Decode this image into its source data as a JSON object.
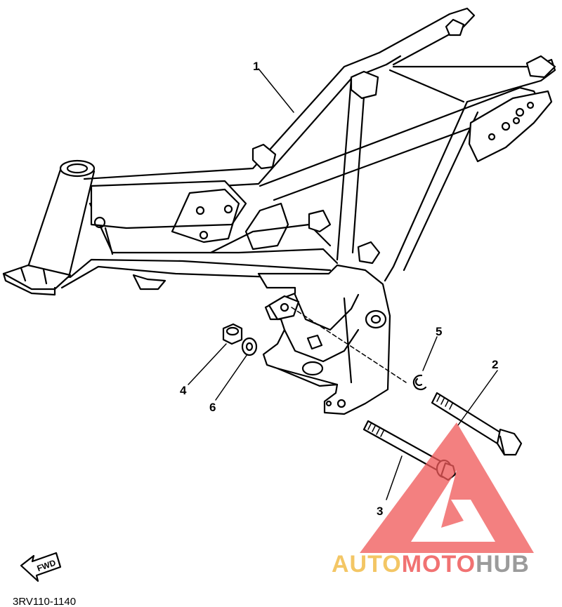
{
  "diagram": {
    "callouts": [
      {
        "id": "frame",
        "label": "1"
      },
      {
        "id": "bolt-long",
        "label": "2"
      },
      {
        "id": "bolt-flange",
        "label": "3"
      },
      {
        "id": "nut",
        "label": "4"
      },
      {
        "id": "circlip",
        "label": "5"
      },
      {
        "id": "washer",
        "label": "6"
      }
    ],
    "direction_label": "FWD",
    "part_number": "3RV110-1140"
  },
  "watermark": {
    "brand_part1": "AUTO",
    "brand_part2": "MOTO",
    "brand_part3": "HUB",
    "colors": {
      "gold": "#f2bd4b",
      "red": "#ef5a5a",
      "gray": "#8a8a8a"
    }
  }
}
